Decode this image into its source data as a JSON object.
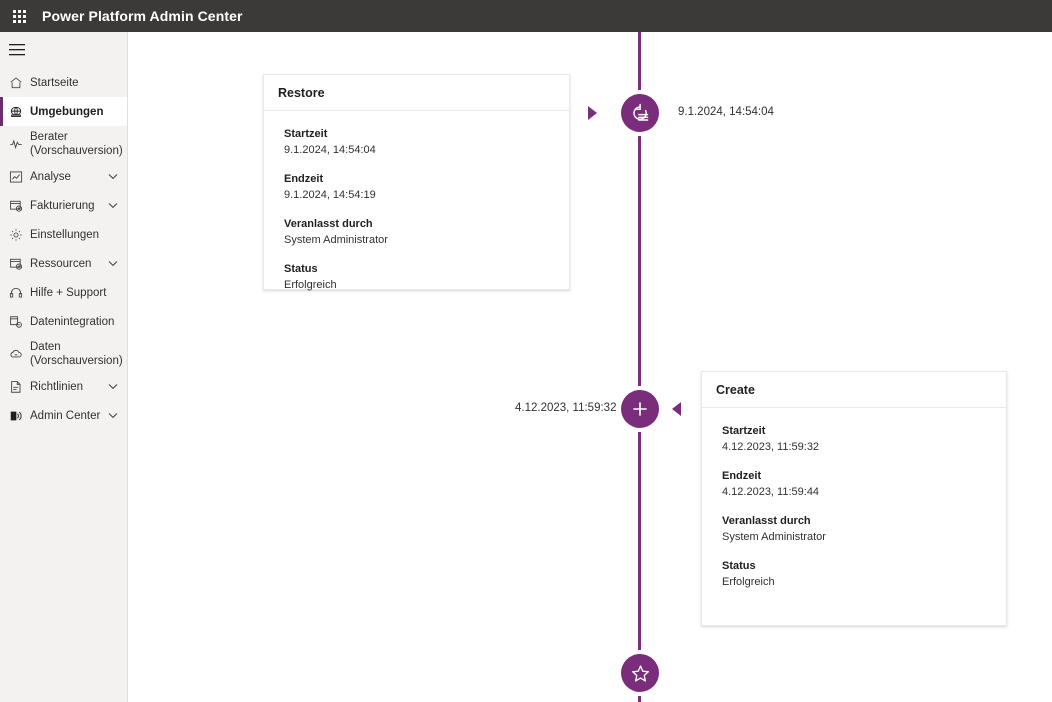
{
  "header": {
    "app_launcher_icon": "waffle-grid-icon",
    "title": "Power Platform Admin Center",
    "background": "#3b3a39"
  },
  "sidebar": {
    "menu_toggle_icon": "hamburger-icon",
    "accent_color": "#6b2d6b",
    "background": "#f3f2f1",
    "items": [
      {
        "label": "Startseite",
        "icon": "home-icon",
        "selected": false,
        "expandable": false
      },
      {
        "label": "Umgebungen",
        "icon": "environments-icon",
        "selected": true,
        "expandable": false
      },
      {
        "label": "Berater",
        "sub": "(Vorschauversion)",
        "icon": "advisor-pulse-icon",
        "selected": false,
        "expandable": false
      },
      {
        "label": "Analyse",
        "icon": "analytics-chart-icon",
        "selected": false,
        "expandable": true
      },
      {
        "label": "Fakturierung",
        "icon": "billing-icon",
        "selected": false,
        "expandable": true
      },
      {
        "label": "Einstellungen",
        "icon": "gear-icon",
        "selected": false,
        "expandable": false
      },
      {
        "label": "Ressourcen",
        "icon": "resources-icon",
        "selected": false,
        "expandable": true
      },
      {
        "label": "Hilfe + Support",
        "icon": "headset-icon",
        "selected": false,
        "expandable": false
      },
      {
        "label": "Datenintegration",
        "icon": "data-integration-icon",
        "selected": false,
        "expandable": false
      },
      {
        "label": "Daten",
        "sub": "(Vorschauversion)",
        "icon": "data-cloud-icon",
        "selected": false,
        "expandable": false
      },
      {
        "label": "Richtlinien",
        "icon": "policies-icon",
        "selected": false,
        "expandable": true
      },
      {
        "label": "Admin Center",
        "icon": "admin-center-icon",
        "selected": false,
        "expandable": true
      }
    ]
  },
  "timeline": {
    "line_color": "#7a2f7a",
    "node_color": "#7a2d7a",
    "nodes": [
      {
        "id": "restore",
        "icon": "restore-history-icon",
        "timestamp": "9.1.2024, 14:54:04",
        "pointer_direction": "right",
        "card_side": "left"
      },
      {
        "id": "create",
        "icon": "plus-icon",
        "timestamp": "4.12.2023, 11:59:32",
        "pointer_direction": "left",
        "card_side": "right"
      },
      {
        "id": "star",
        "icon": "star-icon",
        "timestamp": "",
        "pointer_direction": "",
        "card_side": ""
      }
    ]
  },
  "cards": {
    "restore": {
      "title": "Restore",
      "fields": [
        {
          "label": "Startzeit",
          "value": "9.1.2024, 14:54:04"
        },
        {
          "label": "Endzeit",
          "value": "9.1.2024, 14:54:19"
        },
        {
          "label": "Veranlasst durch",
          "value": "System Administrator"
        },
        {
          "label": "Status",
          "value": "Erfolgreich"
        }
      ]
    },
    "create": {
      "title": "Create",
      "fields": [
        {
          "label": "Startzeit",
          "value": "4.12.2023, 11:59:32"
        },
        {
          "label": "Endzeit",
          "value": "4.12.2023, 11:59:44"
        },
        {
          "label": "Veranlasst durch",
          "value": "System Administrator"
        },
        {
          "label": "Status",
          "value": "Erfolgreich"
        }
      ]
    }
  }
}
